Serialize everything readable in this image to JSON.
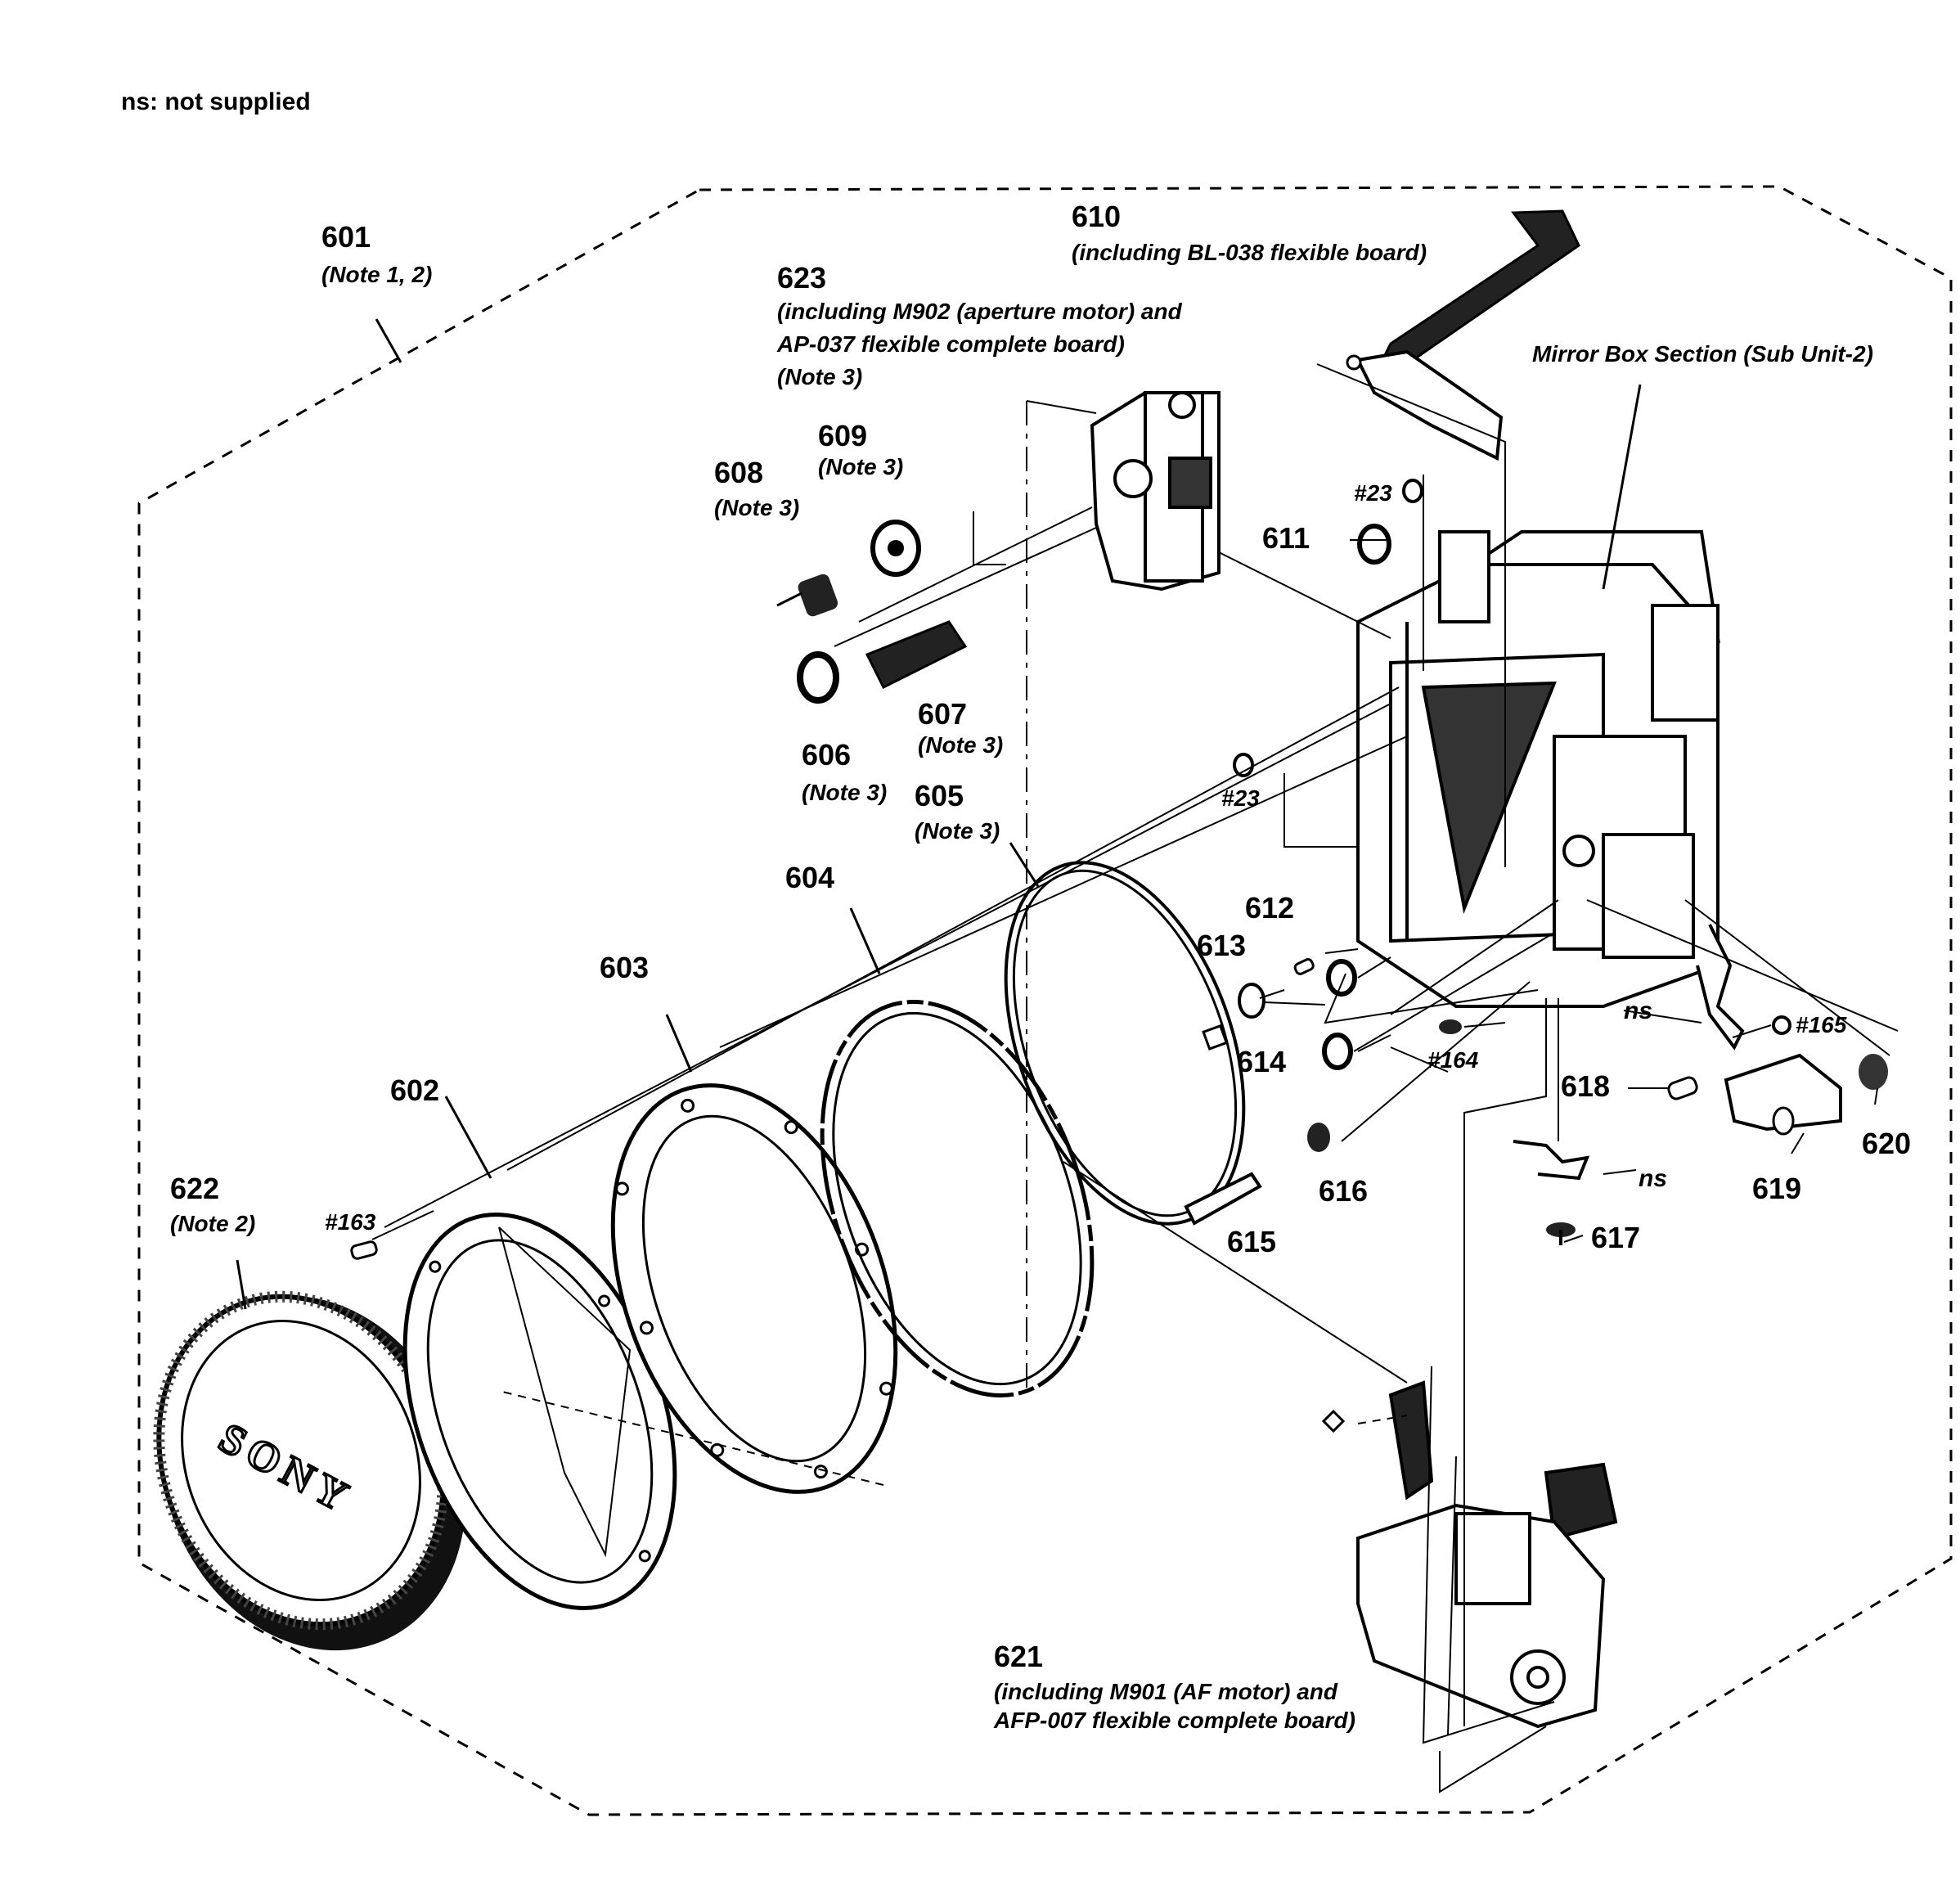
{
  "header": {
    "legend": "ns: not supplied"
  },
  "section_label": "Mirror Box Section (Sub Unit-2)",
  "logo": {
    "text": "SONY"
  },
  "parts": [
    {
      "number": "601",
      "lines": [
        "(Note 1, 2)"
      ]
    },
    {
      "number": "602",
      "lines": []
    },
    {
      "number": "603",
      "lines": []
    },
    {
      "number": "604",
      "lines": []
    },
    {
      "number": "605",
      "lines": [
        "(Note 3)"
      ]
    },
    {
      "number": "606",
      "lines": [
        "(Note 3)"
      ]
    },
    {
      "number": "607",
      "lines": [
        "(Note 3)"
      ]
    },
    {
      "number": "608",
      "lines": [
        "(Note 3)"
      ]
    },
    {
      "number": "609",
      "lines": [
        "(Note 3)"
      ]
    },
    {
      "number": "610",
      "lines": [
        "(including BL-038 flexible board)"
      ]
    },
    {
      "number": "611",
      "lines": []
    },
    {
      "number": "612",
      "lines": []
    },
    {
      "number": "613",
      "lines": []
    },
    {
      "number": "614",
      "lines": []
    },
    {
      "number": "615",
      "lines": []
    },
    {
      "number": "616",
      "lines": []
    },
    {
      "number": "617",
      "lines": []
    },
    {
      "number": "618",
      "lines": []
    },
    {
      "number": "619",
      "lines": []
    },
    {
      "number": "620",
      "lines": []
    },
    {
      "number": "621",
      "lines": [
        "(including M901 (AF motor) and",
        "AFP-007 flexible complete board)"
      ]
    },
    {
      "number": "622",
      "lines": [
        "(Note 2)"
      ]
    },
    {
      "number": "623",
      "lines": [
        "(including M902 (aperture motor) and",
        "AP-037 flexible complete board)",
        "(Note 3)"
      ]
    }
  ],
  "screws": [
    "#23",
    "#23",
    "#163",
    "#164",
    "#165"
  ],
  "ns_marks": [
    "ns",
    "ns"
  ]
}
